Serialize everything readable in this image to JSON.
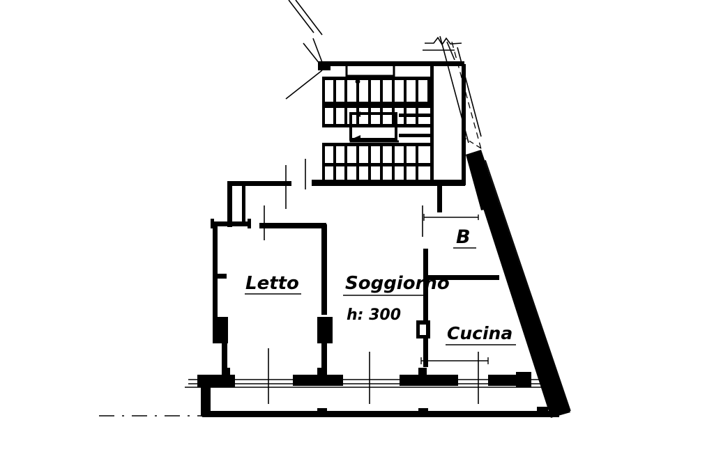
{
  "document": {
    "type": "architectural-floor-plan",
    "title": "Planimetria appartamento",
    "description": "Hand-annotated black and white residential floor plan with stairwell, drawn at top on white background"
  },
  "labels": {
    "bedroom": "Letto",
    "living_room": "Soggiorno",
    "living_room_height": "h: 300",
    "bathroom": "B",
    "kitchen": "Cucina"
  },
  "rooms": [
    {
      "id": "letto",
      "name": "Letto",
      "annotation": "",
      "underlined": true
    },
    {
      "id": "soggiorno",
      "name": "Soggiorno",
      "annotation": "h: 300",
      "underlined": true
    },
    {
      "id": "bagno",
      "name": "B",
      "annotation": "",
      "underlined": true
    },
    {
      "id": "cucina",
      "name": "Cucina",
      "annotation": "",
      "underlined": true
    }
  ],
  "features": {
    "stair_upper_flight_treads": 9,
    "stair_lower_flight_treads": 9,
    "stairwell_landing": "stairwell-landing-box",
    "diagonal_wall": "diagonal-exterior-wall-right",
    "boundary_line": "dash-dot-property-boundary",
    "break_marker": "hand-drawn-break-squiggle",
    "facade_windows": 4,
    "facade_piers": 4
  },
  "colors": {
    "ink": "#000000",
    "paper": "#ffffff"
  }
}
